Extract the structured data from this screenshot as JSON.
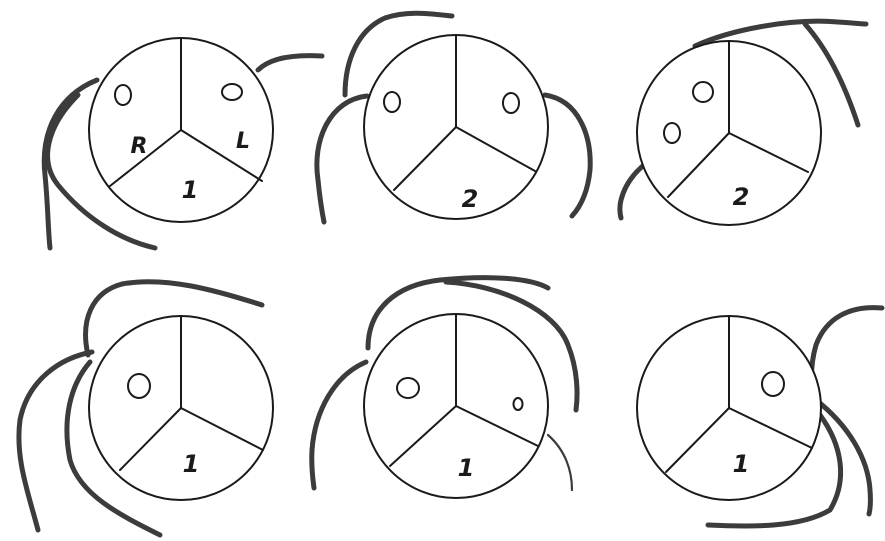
{
  "diagram": {
    "panels": [
      {
        "id": "p1",
        "cusp_labels": {
          "right": "R",
          "left": "L"
        },
        "number": "1",
        "ostia_count": 2
      },
      {
        "id": "p2",
        "cusp_labels": {
          "right": "",
          "left": ""
        },
        "number": "2",
        "ostia_count": 2
      },
      {
        "id": "p3",
        "cusp_labels": {
          "right": "",
          "left": ""
        },
        "number": "2",
        "ostia_count": 2
      },
      {
        "id": "p4",
        "cusp_labels": {
          "right": "",
          "left": ""
        },
        "number": "1",
        "ostia_count": 1
      },
      {
        "id": "p5",
        "cusp_labels": {
          "right": "",
          "left": ""
        },
        "number": "1",
        "ostia_count": 2
      },
      {
        "id": "p6",
        "cusp_labels": {
          "right": "",
          "left": ""
        },
        "number": "1",
        "ostia_count": 1
      }
    ],
    "colors": {
      "outline": "#1a1a1a",
      "vessel": "#3c3c3c",
      "background": "#ffffff"
    }
  }
}
